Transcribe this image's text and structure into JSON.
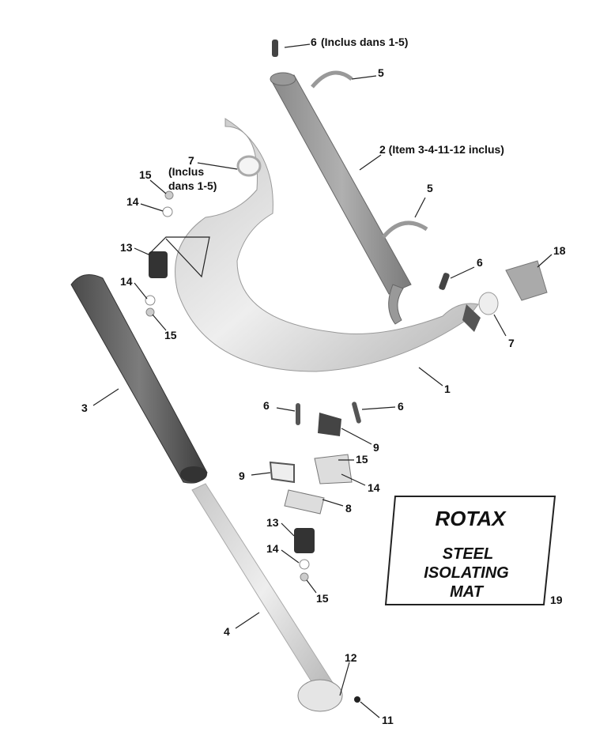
{
  "callouts": {
    "c6_top": "6",
    "c6_top_note": "(Inclus dans 1-5)",
    "c5_top": "5",
    "c2": "2 (Item 3-4-11-12 inclus)",
    "c7_left": "7",
    "c7_left_note1": "(Inclus",
    "c7_left_note2": "dans 1-5)",
    "c15_a": "15",
    "c14_a": "14",
    "c13_a": "13",
    "c14_b": "14",
    "c15_b": "15",
    "c5_mid": "5",
    "c6_mid": "6",
    "c18": "18",
    "c7_right": "7",
    "c1": "1",
    "c3": "3",
    "c6_low_left": "6",
    "c6_low_right": "6",
    "c9_a": "9",
    "c15_c": "15",
    "c9_b": "9",
    "c14_c": "14",
    "c8": "8",
    "c13_b": "13",
    "c14_d": "14",
    "c15_d": "15",
    "c4": "4",
    "c12": "12",
    "c11": "11",
    "c19": "19"
  },
  "mat": {
    "brand": "ROTAX",
    "line1": "STEEL",
    "line2": "ISOLATING",
    "line3": "MAT"
  }
}
